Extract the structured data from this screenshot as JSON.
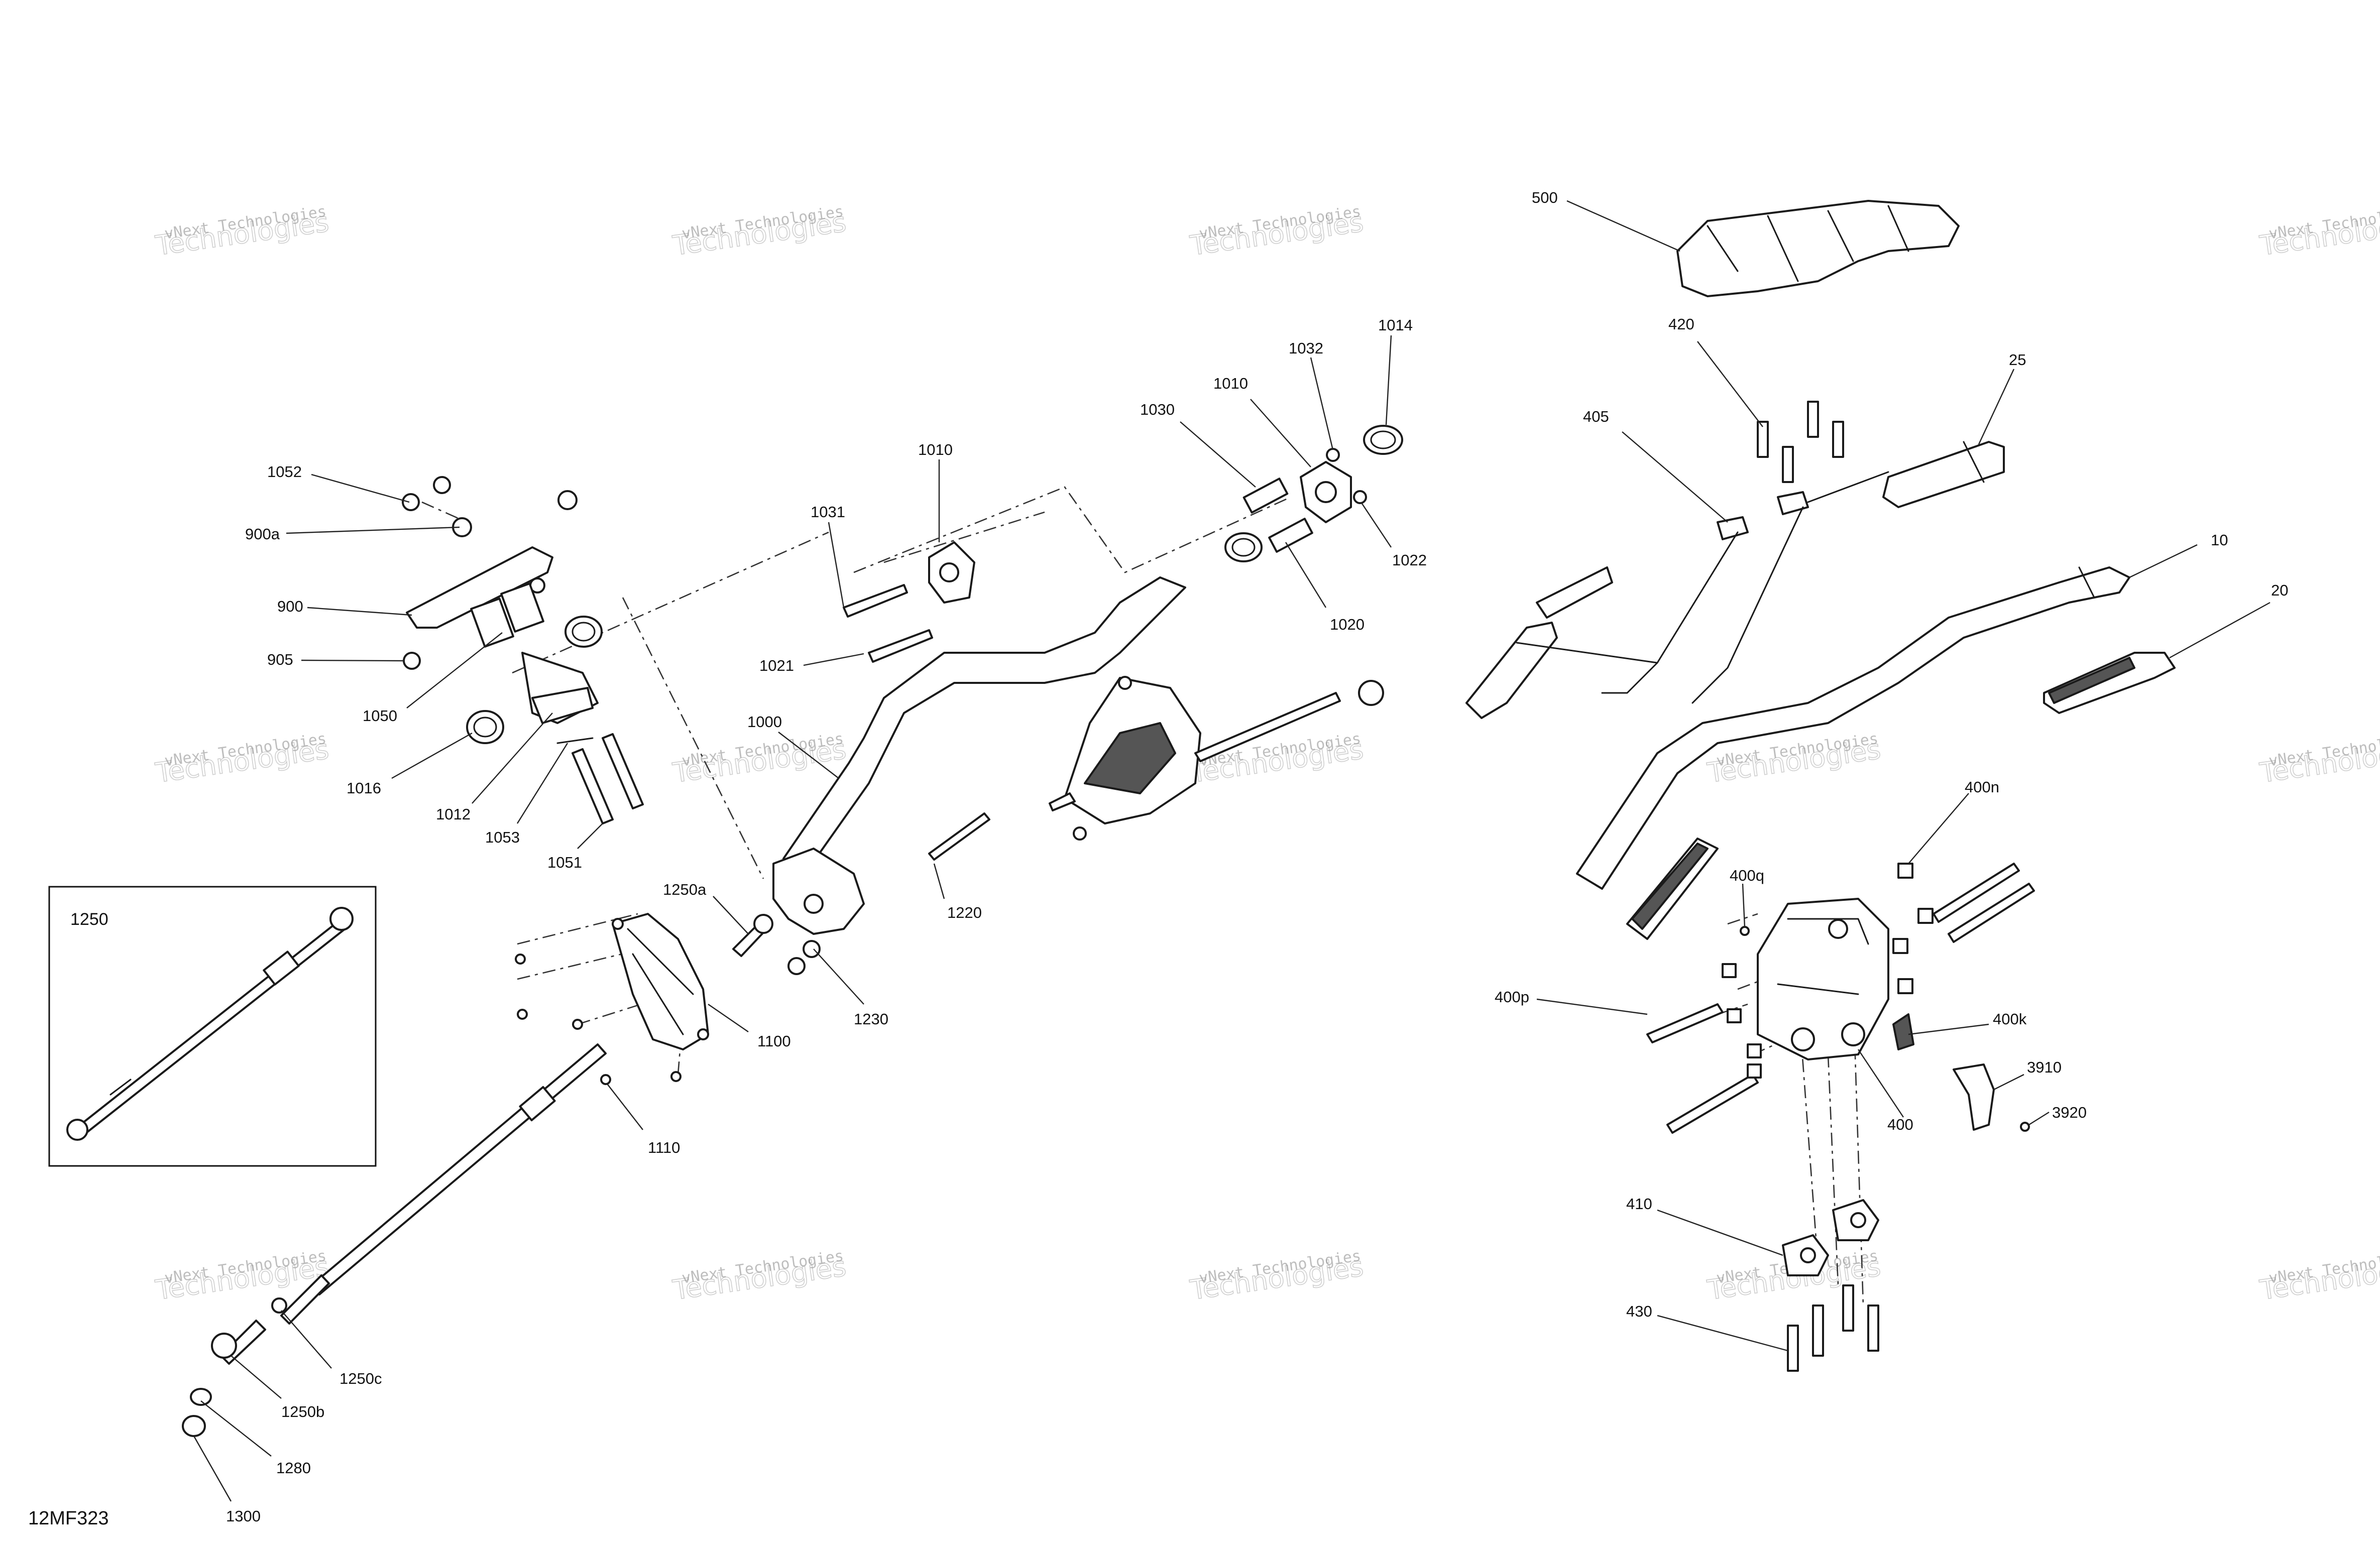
{
  "figure_code": "12MF323",
  "watermark": {
    "line1": "vNext Technologies",
    "line2": "Technologies",
    "top": "vNext"
  },
  "inset": {
    "label": "1250"
  },
  "callouts": {
    "c500": "500",
    "c420": "420",
    "c25": "25",
    "c405": "405",
    "c10": "10",
    "c20": "20",
    "c1052": "1052",
    "c900a": "900a",
    "c900": "900",
    "c905": "905",
    "c1050": "1050",
    "c1016": "1016",
    "c1012": "1012",
    "c1053": "1053",
    "c1051": "1051",
    "c1010a": "1010",
    "c1031": "1031",
    "c1021": "1021",
    "c1030": "1030",
    "c1010b": "1010",
    "c1032": "1032",
    "c1014": "1014",
    "c1022": "1022",
    "c1020": "1020",
    "c1000": "1000",
    "c1250a": "1250a",
    "c1220": "1220",
    "c1230": "1230",
    "c1100": "1100",
    "c1110": "1110",
    "c1250c": "1250c",
    "c1250b": "1250b",
    "c1280": "1280",
    "c1300": "1300",
    "c400n": "400n",
    "c400q": "400q",
    "c400p": "400p",
    "c400k": "400k",
    "c3910": "3910",
    "c3920": "3920",
    "c400": "400",
    "c410": "410",
    "c430": "430"
  }
}
